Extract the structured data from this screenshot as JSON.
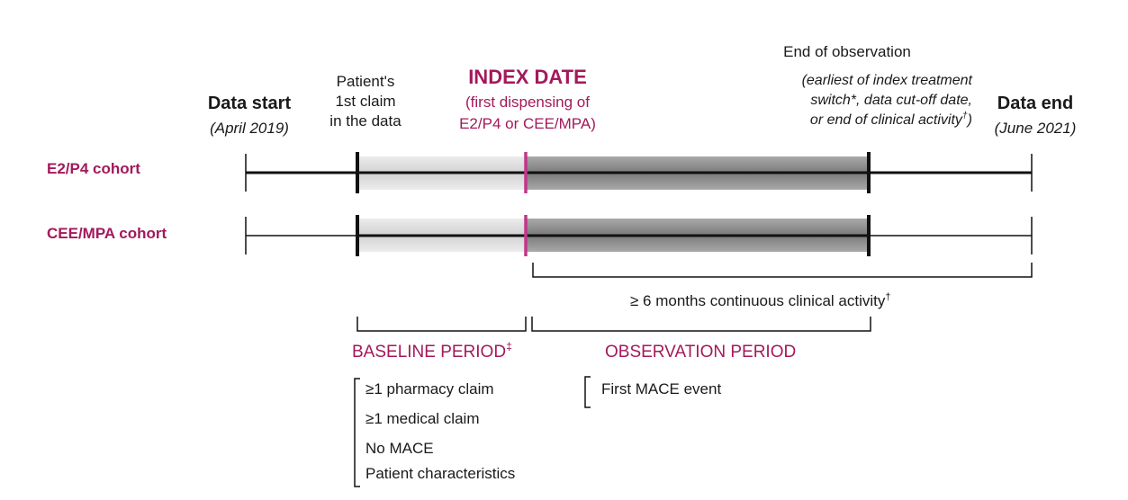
{
  "header": {
    "data_start": {
      "title": "Data start",
      "date": "(April 2019)"
    },
    "first_claim": {
      "lines": [
        "Patient's",
        "1st claim",
        "in the data"
      ]
    },
    "index_date": {
      "title": "INDEX DATE",
      "lines": [
        "(first dispensing of",
        "E2/P4 or CEE/MPA)"
      ]
    },
    "end_of_observation": {
      "title": "End of observation",
      "lines": [
        "(earliest of index treatment",
        "switch*,  data cut-off date,",
        "or end of clinical activity"
      ],
      "dagger": "†",
      "close_paren": ")"
    },
    "data_end": {
      "title": "Data end",
      "date": "(June 2021)"
    }
  },
  "cohorts": [
    {
      "label": "E2/P4 cohort"
    },
    {
      "label": "CEE/MPA cohort"
    }
  ],
  "continuous_activity": {
    "text": "≥ 6 months continuous clinical activity",
    "mark": "†"
  },
  "baseline": {
    "label": "BASELINE PERIOD",
    "mark": "‡",
    "criteria": [
      "≥1 pharmacy claim",
      "≥1 medical claim",
      "No MACE",
      "Patient characteristics"
    ]
  },
  "observation": {
    "label": "OBSERVATION PERIOD",
    "criteria": [
      "First MACE event"
    ]
  },
  "colors": {
    "accent": "#a3195b",
    "baseline_fill": "#d9d9d9",
    "observation_fill": "#8a8a8a",
    "timeline": "#111111"
  }
}
